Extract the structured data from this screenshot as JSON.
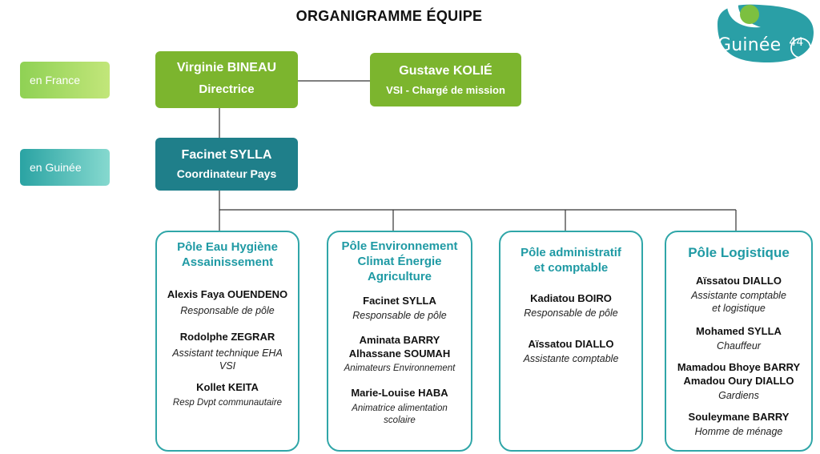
{
  "title": "ORGANIGRAMME ÉQUIPE",
  "logo": {
    "text": "Guinée",
    "number": "44",
    "color_primary": "#2a9fa6",
    "color_accent": "#7cc040"
  },
  "tags": {
    "france": "en France",
    "guinea": "en Guinée"
  },
  "director": {
    "name": "Virginie BINEAU",
    "role": "Directrice"
  },
  "vsi": {
    "name": "Gustave KOLIÉ",
    "role": "VSI - Chargé de mission"
  },
  "coordinator": {
    "name": "Facinet SYLLA",
    "role": "Coordinateur Pays"
  },
  "colors": {
    "green": "#7cb52e",
    "teal": "#1f7f8a",
    "pole_border": "#30a6a8",
    "pole_title": "#1f9aa4"
  },
  "poles": [
    {
      "title_lines": [
        "Pôle Eau Hygiène",
        "Assainissement"
      ],
      "members": [
        {
          "names": [
            "Alexis Faya OUENDENO"
          ],
          "role": [
            "Responsable de pôle"
          ]
        },
        {
          "names": [
            "Rodolphe ZEGRAR"
          ],
          "role": [
            "Assistant technique EHA",
            "VSI"
          ]
        },
        {
          "names": [
            "Kollet KEITA"
          ],
          "role": [
            "Resp Dvpt communautaire"
          ]
        }
      ]
    },
    {
      "title_lines": [
        "Pôle Environnement",
        "Climat Énergie",
        "Agriculture"
      ],
      "members": [
        {
          "names": [
            "Facinet SYLLA"
          ],
          "role": [
            "Responsable de pôle"
          ]
        },
        {
          "names": [
            "Aminata BARRY",
            "Alhassane SOUMAH"
          ],
          "role": [
            "Animateurs Environnement"
          ]
        },
        {
          "names": [
            "Marie-Louise HABA"
          ],
          "role": [
            "Animatrice alimentation",
            "scolaire"
          ]
        }
      ]
    },
    {
      "title_lines": [
        "Pôle administratif",
        "et comptable"
      ],
      "members": [
        {
          "names": [
            "Kadiatou BOIRO"
          ],
          "role": [
            "Responsable de pôle"
          ]
        },
        {
          "names": [
            "Aïssatou DIALLO"
          ],
          "role": [
            "Assistante comptable"
          ]
        }
      ]
    },
    {
      "title_lines": [
        "Pôle Logistique"
      ],
      "members": [
        {
          "names": [
            "Aïssatou DIALLO"
          ],
          "role": [
            "Assistante comptable",
            "et logistique"
          ]
        },
        {
          "names": [
            "Mohamed SYLLA"
          ],
          "role": [
            "Chauffeur"
          ]
        },
        {
          "names": [
            "Mamadou Bhoye BARRY",
            "Amadou Oury DIALLO"
          ],
          "role": [
            "Gardiens"
          ]
        },
        {
          "names": [
            "Souleymane BARRY"
          ],
          "role": [
            "Homme de ménage"
          ]
        }
      ]
    }
  ]
}
